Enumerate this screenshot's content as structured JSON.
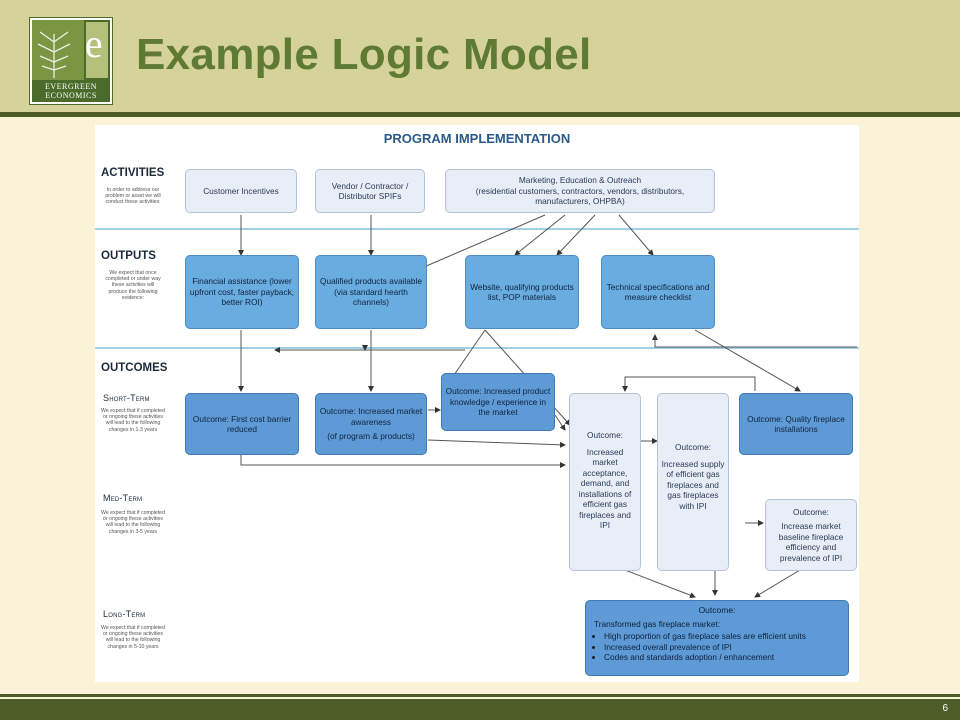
{
  "header": {
    "title": "Example Logic Model",
    "logo_line1": "EVERGREEN",
    "logo_line2": "ECONOMICS",
    "logo_letter": "e"
  },
  "footer": {
    "page_number": "6"
  },
  "diagram": {
    "heading": "PROGRAM IMPLEMENTATION",
    "rows": {
      "activities": {
        "label": "ACTIVITIES",
        "desc": "In order to address our problem or asset we will conduct these activities:"
      },
      "outputs": {
        "label": "OUTPUTS",
        "desc": "We expect that once completed or under way these activities will produce the following evidence:"
      },
      "outcomes": {
        "label": "OUTCOMES"
      },
      "short_term": {
        "label": "Short-Term",
        "desc": "We expect that if completed or ongoing these activities will lead to the following changes in 1-3 years"
      },
      "med_term": {
        "label": "Med-Term",
        "desc": "We expect that if completed or ongoing these activities will lead to the following changes in 3-5 years"
      },
      "long_term": {
        "label": "Long-Term",
        "desc": "We expect that if completed or ongoing these activities will lead to the following changes in 5-10 years"
      }
    },
    "activities": {
      "a1": "Customer Incentives",
      "a2": "Vendor / Contractor / Distributor SPIFs",
      "a3_line1": "Marketing, Education & Outreach",
      "a3_line2": "(residential customers, contractors, vendors, distributors, manufacturers, OHPBA)"
    },
    "outputs": {
      "o1": "Financial assistance (lower upfront cost, faster payback, better ROI)",
      "o2": "Qualified products available (via standard hearth channels)",
      "o3": "Website, qualifying products list, POP materials",
      "o4": "Technical specifications and measure checklist"
    },
    "short_term": {
      "s1": "Outcome: First cost barrier reduced",
      "s2_line1": "Outcome: Increased market awareness",
      "s2_line2": "(of program & products)",
      "s3": "Outcome: Increased product knowledge / experience in the market",
      "s4": "Outcome: Quality fireplace installations"
    },
    "med_term": {
      "m1_title": "Outcome:",
      "m1_body": "Increased market acceptance, demand, and installations of efficient gas fireplaces and IPI",
      "m2_title": "Outcome:",
      "m2_body": "Increased supply of efficient gas fireplaces and gas fireplaces with IPI",
      "m3_title": "Outcome:",
      "m3_body": "Increase market baseline fireplace efficiency and prevalence of IPI"
    },
    "long_term": {
      "title": "Outcome:",
      "subtitle": "Transformed gas fireplace market:",
      "bullets": [
        "High proportion of gas fireplace sales are efficient units",
        "Increased overall prevalence of IPI",
        "Codes and standards adoption / enhancement"
      ]
    }
  },
  "colors": {
    "title_green": "#5f7a35",
    "header_band": "#d5d29a",
    "dark_green": "#4e5d28",
    "background": "#fbf3d7",
    "box_blue": "#69ace0",
    "box_pale": "#e8eef8"
  }
}
